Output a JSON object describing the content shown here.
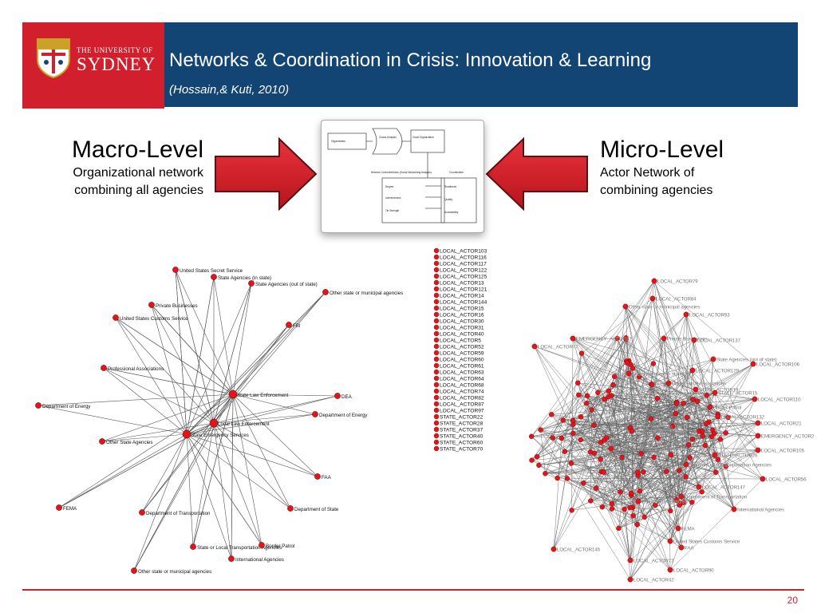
{
  "header": {
    "logo_line1": "THE UNIVERSITY OF",
    "logo_line2": "SYDNEY",
    "title": "Networks & Coordination in Crisis: Innovation & Learning",
    "subtitle": "(Hossain,& Kuti, 2010)"
  },
  "left": {
    "heading": "Macro-Level",
    "line1": "Organizational network",
    "line2": "combining all agencies"
  },
  "right": {
    "heading": "Micro-Level",
    "line1": "Actor Network of",
    "line2": "combining agencies"
  },
  "diagram": {
    "organization": "Organization",
    "chaos_analysis": "Chaos Analysis",
    "vocal_organization": "Vocal Organization",
    "network_connectedness": "Network Connectedness (Social Networking Analysis)",
    "coordination": "Coordination",
    "degree": "Degree",
    "cohesiveness": "cohesiveness",
    "tie_strength": "Tie Strength",
    "readiness": "Readiness",
    "quality": "Quality",
    "accessibility": "Accessibility"
  },
  "macro_network": {
    "labels": [
      "United States Secret Service",
      "State Agencies (in state)",
      "State Agencies (out of state)",
      "Other state or municipal agencies",
      "Private Businesses",
      "United States Customs Service",
      "FBI",
      "Professional Associations",
      "State Law Enforcement",
      "DEA",
      "Department of Energy",
      "Department of Energy",
      "Local Law Enforcement",
      "State Emergency Services",
      "Other State Agencies",
      "FAA",
      "FEMA",
      "Department of Transportation",
      "Department of State",
      "State or Local Transportation Agencies",
      "Border Patrol",
      "International Agencies",
      "Other state or municipal agencies"
    ]
  },
  "actor_list": [
    "LOCAL_ACTOR103",
    "LOCAL_ACTOR116",
    "LOCAL_ACTOR117",
    "LOCAL_ACTOR122",
    "LOCAL_ACTOR125",
    "LOCAL_ACTOR13",
    "LOCAL_ACTOR121",
    "LOCAL_ACTOR14",
    "LOCAL_ACTOR144",
    "LOCAL_ACTOR15",
    "LOCAL_ACTOR16",
    "LOCAL_ACTOR30",
    "LOCAL_ACTOR31",
    "LOCAL_ACTOR40",
    "LOCAL_ACTOR5",
    "LOCAL_ACTOR52",
    "LOCAL_ACTOR59",
    "LOCAL_ACTOR60",
    "LOCAL_ACTOR61",
    "LOCAL_ACTOR63",
    "LOCAL_ACTOR64",
    "LOCAL_ACTOR68",
    "LOCAL_ACTOR74",
    "LOCAL_ACTOR82",
    "LOCAL_ACTOR87",
    "LOCAL_ACTOR97",
    "STATE_ACTOR22",
    "STATE_ACTOR28",
    "STATE_ACTOR37",
    "STATE_ACTOR40",
    "STATE_ACTOR60",
    "STATE_ACTOR70"
  ],
  "micro_network": {
    "labels": [
      "LOCAL_ACTOR79",
      "LOCAL_ACTOR84",
      "Other state or municipal agencies",
      "LOCAL_ACTOR93",
      "EMERGENCY_ACTOR32",
      "Private Businesses",
      "LOCAL_ACTOR137",
      "LOCAL_ACTOR77",
      "State Agencies (out of state)",
      "LOCAL_ACTOR106",
      "LOCAL_ACTOR129",
      "State Agencies (in state)",
      "Professional Associations",
      "STATE_ACTOR19",
      "STATE_ACTOR15",
      "LOCAL_ACTOR110",
      "Border Patrol",
      "LOCAL_ACTOR132",
      "LOCAL_ACTOR21",
      "STATE_ACTOR31",
      "Local Law Enforcement",
      "EMERGENCY_ACTOR2",
      "LOCAL_ACTOR105",
      "United States Secret Service",
      "STATE_ACTOR26",
      "State or Local Transportation Agencies",
      "LOCAL_ACTOR56",
      "LOCAL_ACTOR147",
      "Department of Transportation",
      "Other State Agencies",
      "International Agencies",
      "FEMA",
      "United States Customs Service",
      "FAA",
      "LOCAL_ACTOR145",
      "LOCAL_ACTOR73",
      "LOCAL_ACTOR90",
      "LOCAL_ACTOR42"
    ]
  },
  "footer": {
    "page": "20"
  },
  "colors": {
    "navy": "#124573",
    "red": "#d21f2d",
    "node": "#e3141b"
  }
}
